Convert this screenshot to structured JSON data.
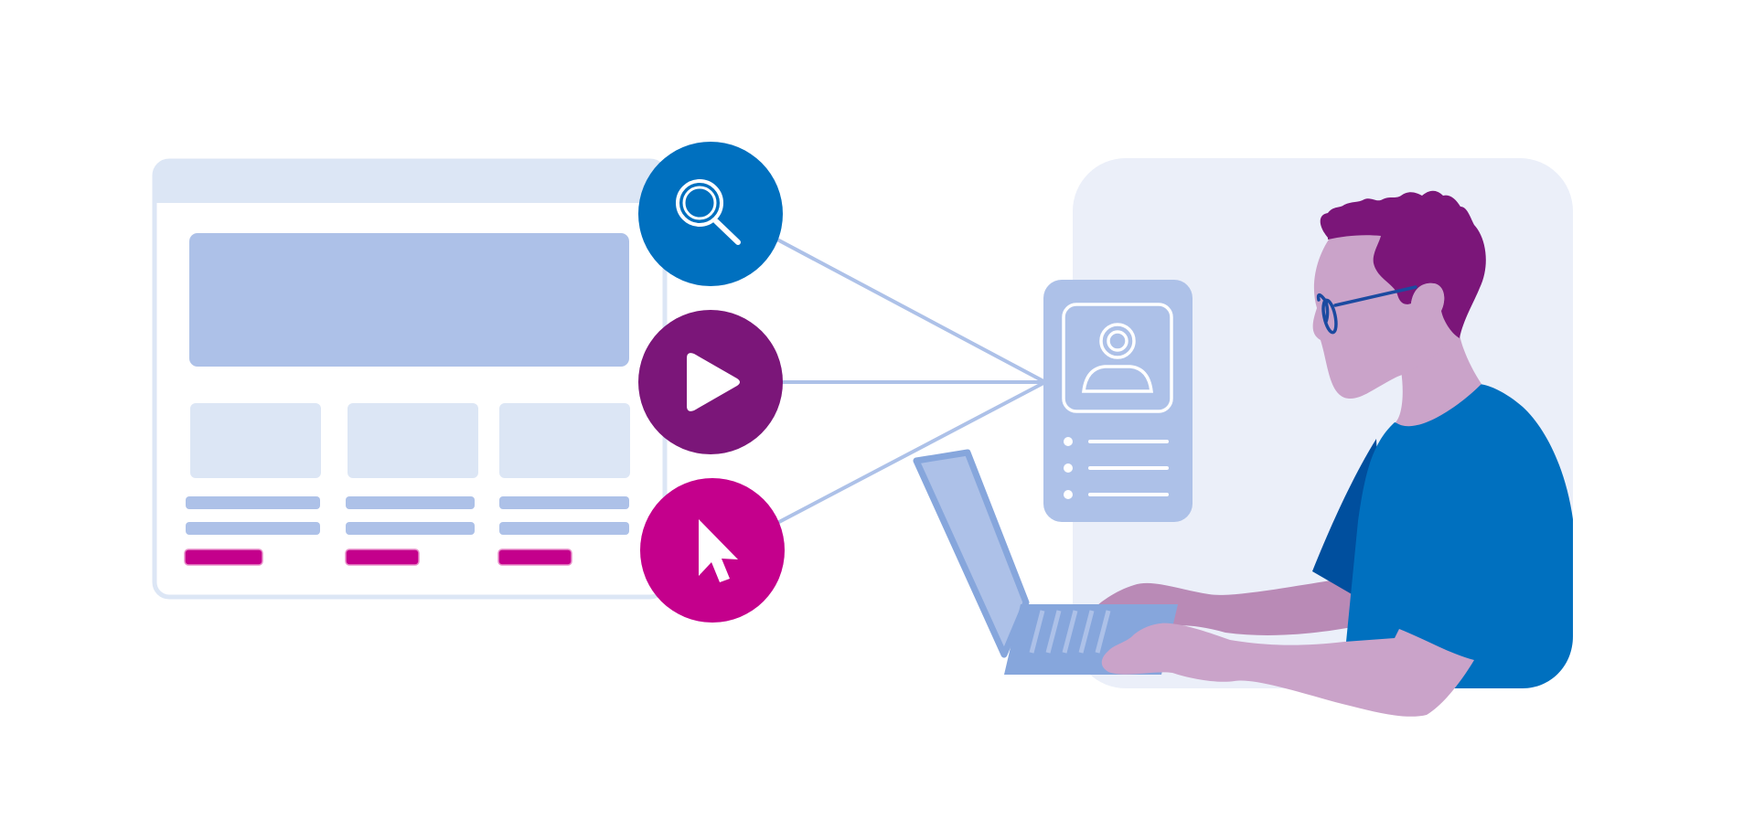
{
  "illustration": {
    "wireframe_window": {
      "card_count": 3,
      "text_lines_per_card": 2,
      "button_count": 3
    },
    "action_bubbles": [
      {
        "name": "search-bubble",
        "icon": "search-icon",
        "color": "#0070bf"
      },
      {
        "name": "play-bubble",
        "icon": "play-icon",
        "color": "#7b1679"
      },
      {
        "name": "pointer-bubble",
        "icon": "cursor-icon",
        "color": "#c4008c"
      }
    ],
    "profile_card": {
      "icon": "user-icon",
      "list_items": 3
    },
    "person": {
      "device": "laptop",
      "accessory": "glasses"
    }
  },
  "colors": {
    "accent_blue": "#0070bf",
    "accent_purple": "#7b1679",
    "accent_magenta": "#c4008c",
    "light_blue": "#adc1e8",
    "pale_blue": "#dce6f5",
    "panel_bg": "#ebeff9",
    "skin": "#caa3c9",
    "skin_shadow": "#b98ab6",
    "hair": "#7b1679",
    "laptop": "#86a6dc"
  }
}
